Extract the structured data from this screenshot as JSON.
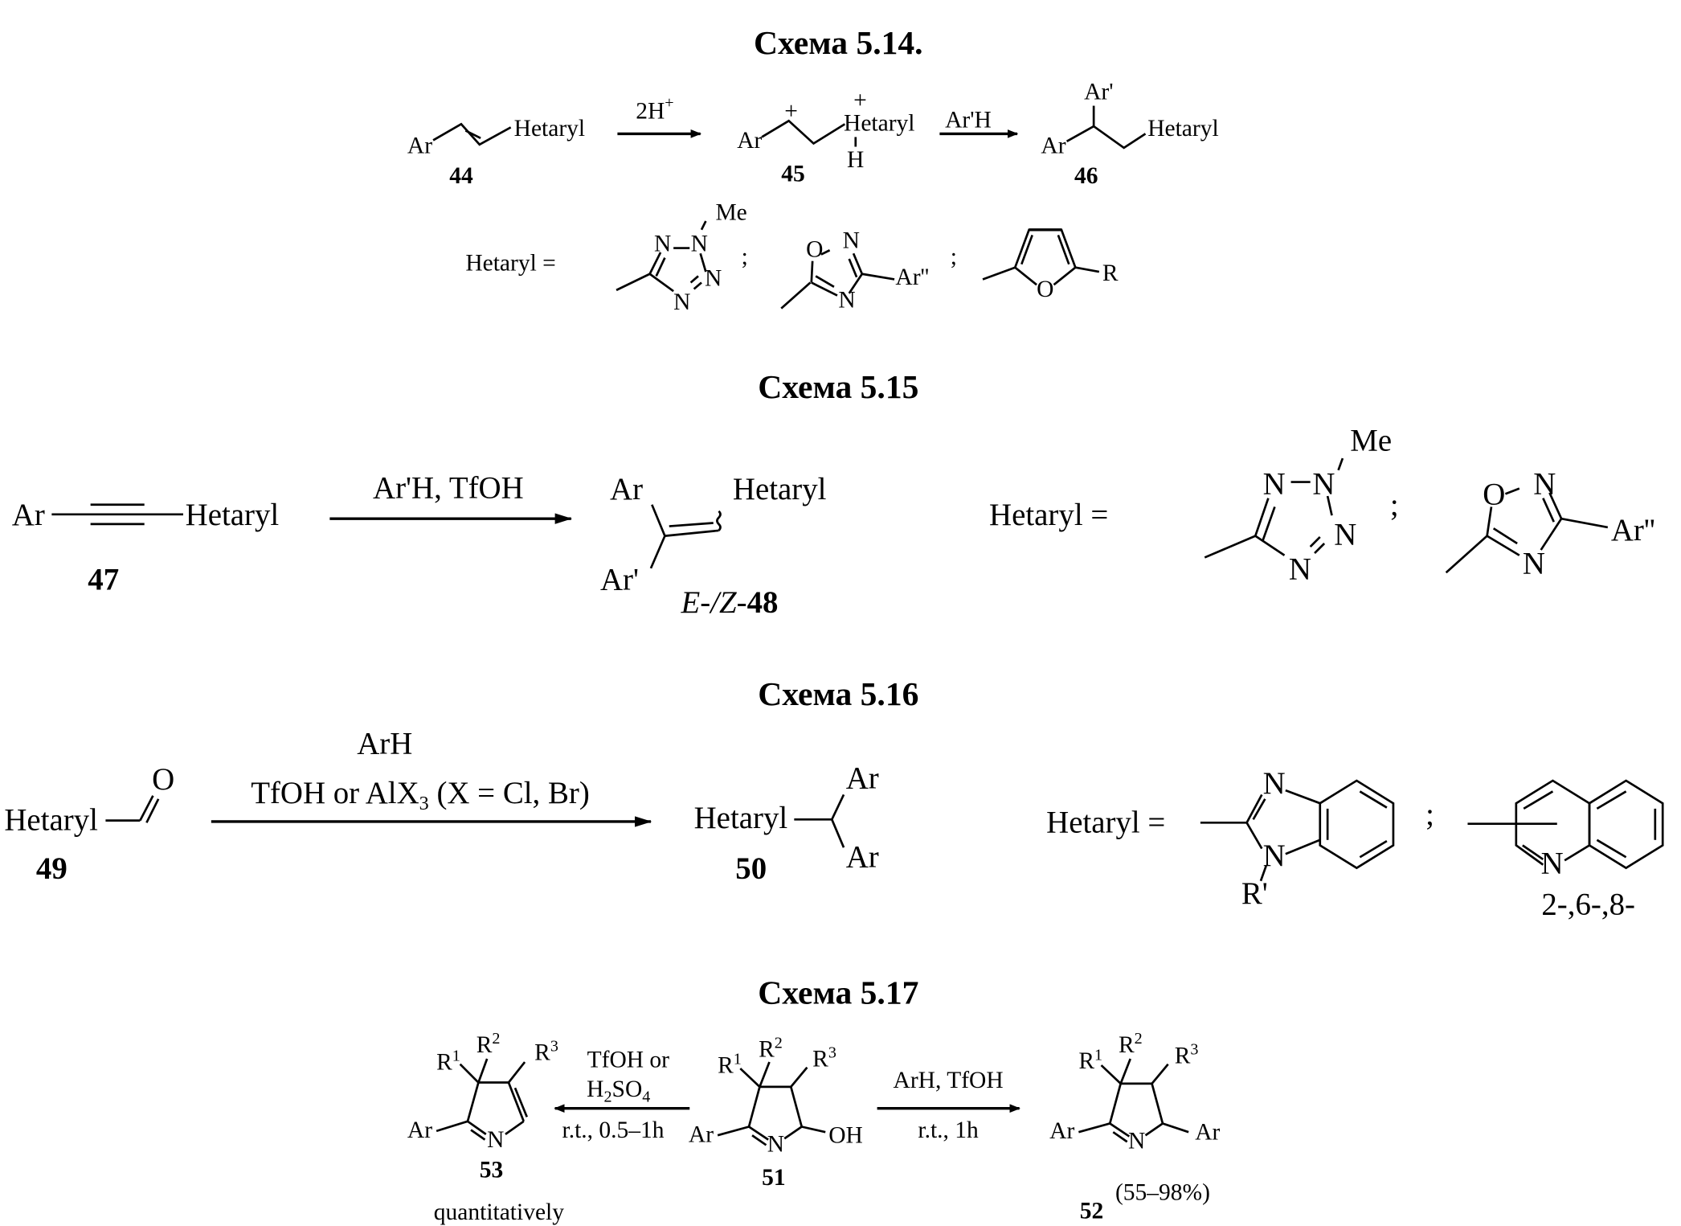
{
  "schemes": [
    {
      "title": "Схема 5.14.",
      "reaction": {
        "compounds": [
          {
            "id": "44",
            "labels": [
              "Ar",
              "Hetaryl"
            ]
          },
          {
            "id": "45",
            "labels": [
              "Ar",
              "+",
              "+",
              "Hetaryl",
              "H"
            ]
          },
          {
            "id": "46",
            "labels": [
              "Ar'",
              "Ar",
              "Hetaryl"
            ]
          }
        ],
        "arrows": [
          {
            "reagent": "2H",
            "superscript": "+"
          },
          {
            "reagent": "Ar'H"
          }
        ]
      },
      "hetaryl_label": "Hetaryl =",
      "hetaryl_options": [
        {
          "name": "2-methyltetrazol-5-yl",
          "atoms": [
            "N",
            "N",
            "Me",
            "N",
            "N"
          ]
        },
        {
          "name": "3-aryl-1,2,4-oxadiazol-5-yl",
          "atoms": [
            "O",
            "N",
            "Ar''",
            "N"
          ]
        },
        {
          "name": "5-R-furan-2-yl",
          "atoms": [
            "O",
            "R"
          ]
        }
      ],
      "separator": ";"
    },
    {
      "title": "Схема 5.15",
      "reaction": {
        "compounds": [
          {
            "id": "47",
            "labels": [
              "Ar",
              "Hetaryl"
            ]
          },
          {
            "id": "48",
            "prefix": "E-/Z-",
            "labels": [
              "Ar",
              "Hetaryl",
              "Ar'"
            ]
          }
        ],
        "arrows": [
          {
            "reagent": "Ar'H, TfOH"
          }
        ]
      },
      "hetaryl_label": "Hetaryl  =",
      "hetaryl_options": [
        {
          "name": "2-methyltetrazol-5-yl",
          "atoms": [
            "N",
            "N",
            "Me",
            "N",
            "N"
          ]
        },
        {
          "name": "3-aryl-1,2,4-oxadiazol-5-yl",
          "atoms": [
            "O",
            "N",
            "Ar''",
            "N"
          ]
        }
      ],
      "separator": ";"
    },
    {
      "title": "Схема 5.16",
      "reaction": {
        "compounds": [
          {
            "id": "49",
            "labels": [
              "Hetaryl",
              "O"
            ]
          },
          {
            "id": "50",
            "labels": [
              "Hetaryl",
              "Ar",
              "Ar"
            ]
          }
        ],
        "arrows": [
          {
            "reagent_top": "ArH",
            "reagent_pre": "TfOH or AlX",
            "reagent_sub": "3",
            "reagent_post": " (X = Cl, Br)"
          }
        ]
      },
      "hetaryl_label": "Hetaryl =",
      "hetaryl_options": [
        {
          "name": "1-R'-benzimidazol-2-yl",
          "atoms": [
            "N",
            "N",
            "R'"
          ]
        },
        {
          "name": "quinolinyl",
          "atoms": [
            "N"
          ],
          "positions": "2-,6-,8-"
        }
      ],
      "separator": ";"
    },
    {
      "title": "Схема 5.17",
      "reaction": {
        "compounds": [
          {
            "id": "53",
            "labels": [
              "R1",
              "R2",
              "R3",
              "Ar",
              "N"
            ],
            "yield": "quantitatively"
          },
          {
            "id": "51",
            "labels": [
              "R1",
              "R2",
              "R3",
              "Ar",
              "N",
              "OH"
            ]
          },
          {
            "id": "52",
            "labels": [
              "R1",
              "R2",
              "R3",
              "Ar",
              "N",
              "Ar"
            ],
            "yield": "(55–98%)"
          }
        ],
        "arrows": [
          {
            "direction": "left",
            "reagent_top1": "TfOH or",
            "reagent_top2_pre": "H",
            "reagent_top2_sub1": "2",
            "reagent_top2_mid": "SO",
            "reagent_top2_sub2": "4",
            "conditions": "r.t., 0.5–1h"
          },
          {
            "direction": "right",
            "reagent_top": "ArH, TfOH",
            "conditions": "r.t., 1h"
          }
        ]
      }
    }
  ],
  "r": {
    "R": "R",
    "sup1": "1",
    "sup2": "2",
    "sup3": "3"
  }
}
